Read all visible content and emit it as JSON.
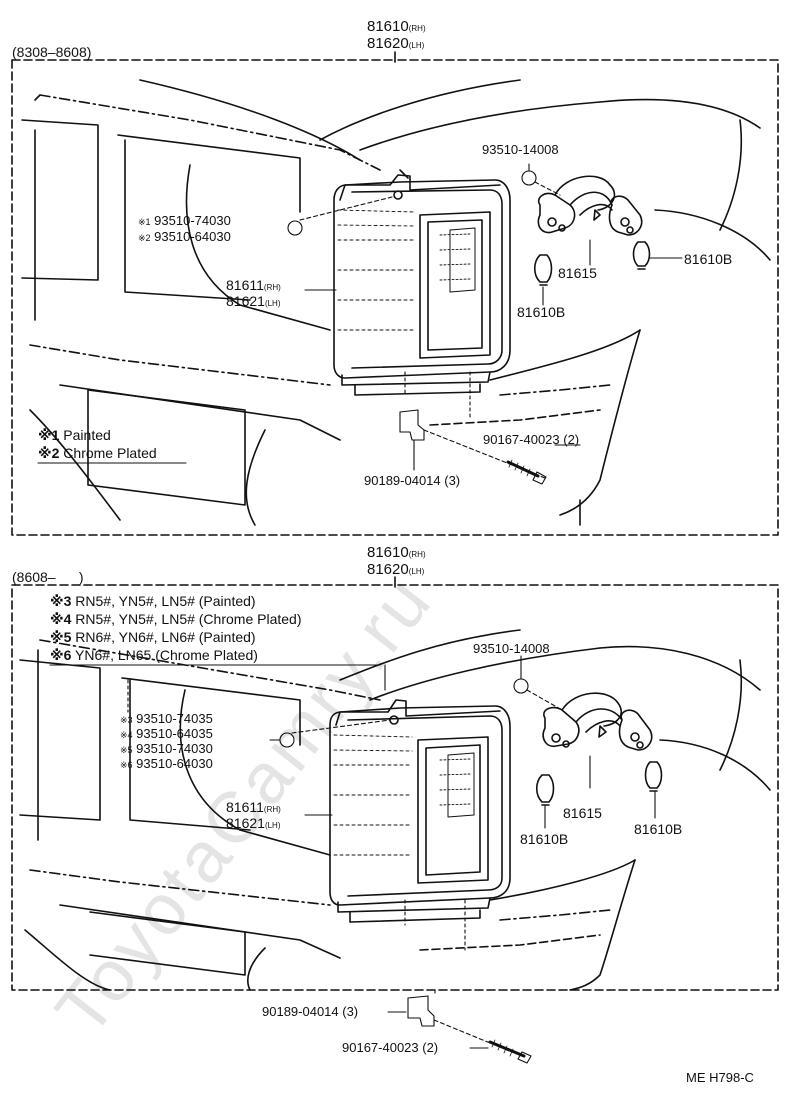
{
  "watermark": "ToyotaCamry.ru",
  "footer_code": "ME H798-C",
  "top": {
    "range": "(8308–8608)",
    "assembly_rh": "81610",
    "assembly_rh_sfx": "(RH)",
    "assembly_lh": "81620",
    "assembly_lh_sfx": "(LH)",
    "screw_top": "93510-14008",
    "screw_side_1_mark": "※1",
    "screw_side_1": "93510-74030",
    "screw_side_2_mark": "※2",
    "screw_side_2": "93510-64030",
    "lens_rh": "81611",
    "lens_rh_sfx": "(RH)",
    "lens_lh": "81621",
    "lens_lh_sfx": "(LH)",
    "socket": "81615",
    "bulb_a": "81610B",
    "bulb_b": "81610B",
    "nut": "90189-04014 (3)",
    "bolt": "90167-40023 (2)",
    "legend_1_mark": "※1",
    "legend_1": "Painted",
    "legend_2_mark": "※2",
    "legend_2": "Chrome Plated"
  },
  "bottom": {
    "range": "(8608–      )",
    "assembly_rh": "81610",
    "assembly_rh_sfx": "(RH)",
    "assembly_lh": "81620",
    "assembly_lh_sfx": "(LH)",
    "note_3_mark": "※3",
    "note_3": "RN5#, YN5#, LN5# (Painted)",
    "note_4_mark": "※4",
    "note_4": "RN5#, YN5#, LN5# (Chrome Plated)",
    "note_5_mark": "※5",
    "note_5": "RN6#, YN6#, LN6# (Painted)",
    "note_6_mark": "※6",
    "note_6": "YN6#, LN65 (Chrome Plated)",
    "screw_top": "93510-14008",
    "screw_3_mark": "※3",
    "screw_3": "93510-74035",
    "screw_4_mark": "※4",
    "screw_4": "93510-64035",
    "screw_5_mark": "※5",
    "screw_5": "93510-74030",
    "screw_6_mark": "※6",
    "screw_6": "93510-64030",
    "lens_rh": "81611",
    "lens_rh_sfx": "(RH)",
    "lens_lh": "81621",
    "lens_lh_sfx": "(LH)",
    "socket": "81615",
    "bulb_a": "81610B",
    "bulb_b": "81610B",
    "nut": "90189-04014 (3)",
    "bolt": "90167-40023 (2)"
  }
}
